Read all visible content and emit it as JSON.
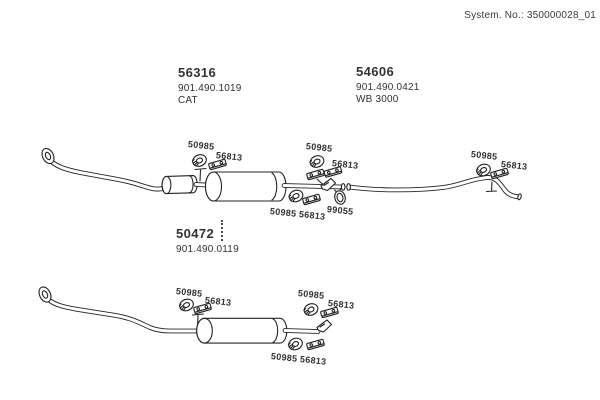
{
  "page": {
    "system_no": "System. No.: 350000028_01",
    "background": "#ffffff",
    "ink": "#3a3a3a",
    "line_color": "#242424"
  },
  "assemblies": {
    "top_cat": {
      "number": "56316",
      "order_ref": "901.490.1019",
      "variant": "CAT"
    },
    "top_rear": {
      "number": "54606",
      "order_ref": "901.490.0421",
      "variant": "WB 3000"
    },
    "bottom": {
      "number": "50472",
      "order_ref": "901.490.0119"
    }
  },
  "callouts": {
    "top": {
      "front_hanger": "50985",
      "front_bracket": "56813",
      "mid_hanger": "50985",
      "mid_bracket": "56813",
      "under_hanger": "50985",
      "under_bracket": "56813",
      "clamp": "99055",
      "rear_hanger": "50985",
      "rear_bracket": "56813"
    },
    "bottom": {
      "front_hanger": "50985",
      "front_bracket": "56813",
      "rear_hanger": "50985",
      "rear_bracket": "56813",
      "under_hanger": "50985",
      "under_bracket": "56813"
    }
  },
  "icons": {
    "rubber_hanger": "rubber-hanger-ring",
    "bracket": "mounting-bracket-plate",
    "clamp": "pipe-clamp-ring",
    "hanger_pin": "welded-hanger-pin",
    "flange": "pipe-flange",
    "flag": "hanger-flag-bracket"
  }
}
